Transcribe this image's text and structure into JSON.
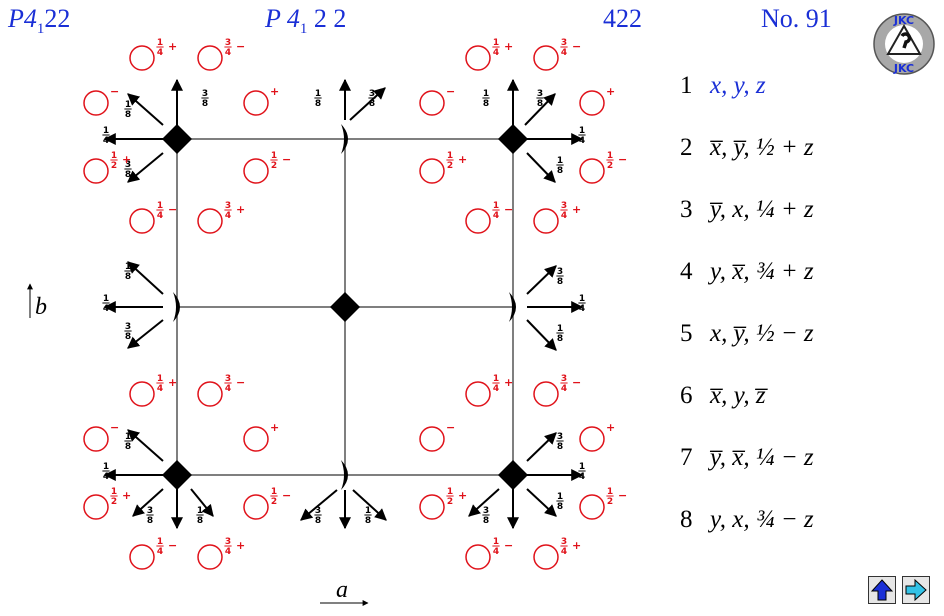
{
  "header": {
    "hm_symbol_main": "P4",
    "hm_symbol_sub": "1",
    "hm_symbol_tail": "22",
    "full_symbol_main": "P 4",
    "full_symbol_sub": "1",
    "full_symbol_tail": " 2 2",
    "point_group": "422",
    "number": "No. 91"
  },
  "logo": {
    "text": "JKC"
  },
  "axes": {
    "a": "a",
    "b": "b"
  },
  "colors": {
    "circle": "#e0121a",
    "header": "#1a2fd6",
    "arrow_button": "#1a2fd6",
    "next_button": "#33c2e6"
  },
  "positions": [
    {
      "num": "1",
      "text": "x, y, z"
    },
    {
      "num": "2",
      "text": "x̅, y̅, ½ + z"
    },
    {
      "num": "3",
      "text": "y̅, x, ¼ + z"
    },
    {
      "num": "4",
      "text": "y, x̅, ¾ + z"
    },
    {
      "num": "5",
      "text": "x, y̅, ½ − z"
    },
    {
      "num": "6",
      "text": "x̅, y, z̅"
    },
    {
      "num": "7",
      "text": "y̅, x̅, ¼ − z"
    },
    {
      "num": "8",
      "text": "y, x, ¾ − z"
    }
  ],
  "circles": [
    {
      "frac": "1/4",
      "sign": "+"
    },
    {
      "frac": "3/4",
      "sign": "−"
    },
    {
      "frac": "",
      "sign": "−"
    },
    {
      "frac": "",
      "sign": "+"
    },
    {
      "frac": "1/2",
      "sign": "+"
    },
    {
      "frac": "1/2",
      "sign": "−"
    },
    {
      "frac": "1/4",
      "sign": "−"
    },
    {
      "frac": "3/4",
      "sign": "+"
    }
  ],
  "arrow_labels": {
    "eighth": "1/8",
    "quarter": "1/4",
    "three_eighths": "3/8"
  },
  "nav": {
    "up": "up-button",
    "next": "next-button"
  }
}
